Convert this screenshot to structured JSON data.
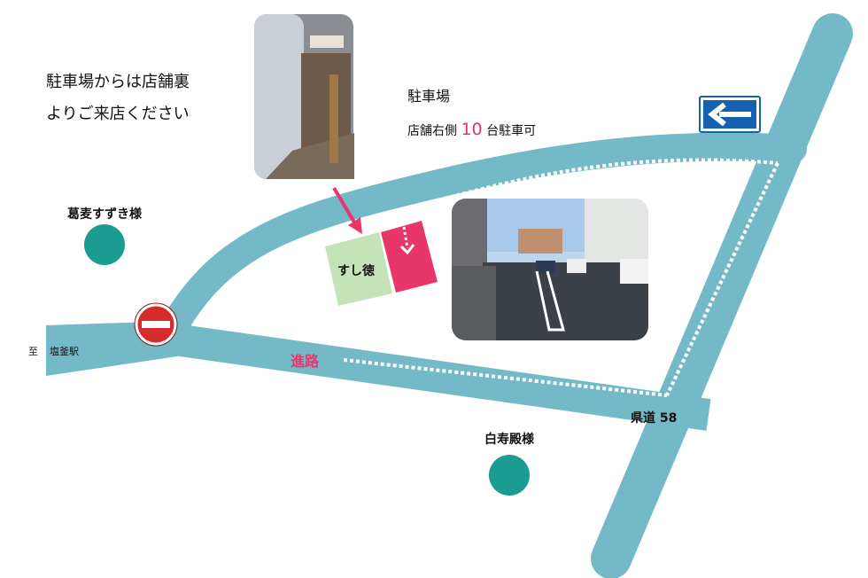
{
  "notice": {
    "line1": "駐車場からは店舗裏",
    "line2": "よりご来店ください"
  },
  "parking": {
    "title": "駐車場",
    "capacity_prefix": "店舗右側",
    "capacity_number": "10",
    "capacity_suffix": "台駐車可"
  },
  "landmarks": {
    "shop": "すし徳",
    "north": "葛麦すずき様",
    "south": "白寿殿様"
  },
  "roads": {
    "station_prefix": "至",
    "station": "塩釜駅",
    "route_label": "進路",
    "prefectural_road": "県道 58"
  },
  "colors": {
    "road": "#74b9c8",
    "accent": "#e8356a",
    "landmark": "#1a9c90",
    "shop": "#c5e3b9",
    "sign_blue": "#1560b0",
    "no_entry": "#d62b2b"
  }
}
